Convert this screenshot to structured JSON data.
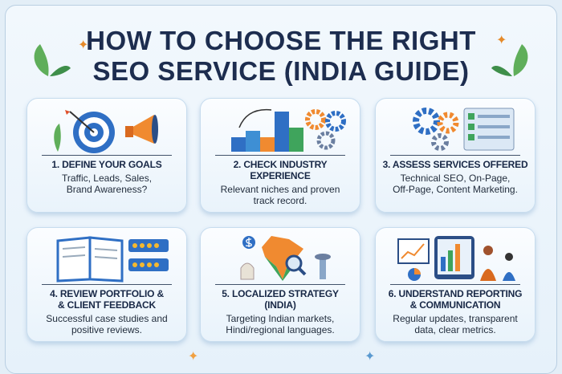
{
  "title": {
    "line1": "HOW TO CHOOSE THE RIGHT",
    "line2": "SEO SERVICE (INDIA GUIDE)"
  },
  "cards": [
    {
      "title": "1. DEFINE YOUR GOALS",
      "desc1": "Traffic, Leads, Sales,",
      "desc2": "Brand Awareness?",
      "icon": "target-megaphone-icon"
    },
    {
      "title": "2. CHECK INDUSTRY EXPERIENCE",
      "desc1": "Relevant niches and proven",
      "desc2": "track record.",
      "icon": "blocks-gears-icon"
    },
    {
      "title": "3. ASSESS SERVICES OFFERED",
      "desc1": "Technical SEO, On-Page,",
      "desc2": "Off-Page, Content Marketing.",
      "icon": "gears-checklist-icon"
    },
    {
      "title1": "4. REVIEW PORTFOLIO &",
      "title2": "& CLIENT FEEDBACK",
      "desc1": "Successful case studies and",
      "desc2": "positive reviews.",
      "icon": "book-stars-icon"
    },
    {
      "title1": "5. LOCALIZED STRATEGY",
      "title2": "(INDIA)",
      "desc1": "Targeting Indian markets,",
      "desc2": "Hindi/regional languages.",
      "icon": "india-map-icon"
    },
    {
      "title1": "6. UNDERSTAND REPORTING",
      "title2": "& COMMUNICATION",
      "desc1": "Regular updates, transparent",
      "desc2": "data, clear metrics.",
      "icon": "reporting-dashboard-icon"
    }
  ],
  "colors": {
    "title": "#1d2d4f",
    "card_border": "#c7dcee",
    "background": "#e6f1fa"
  }
}
